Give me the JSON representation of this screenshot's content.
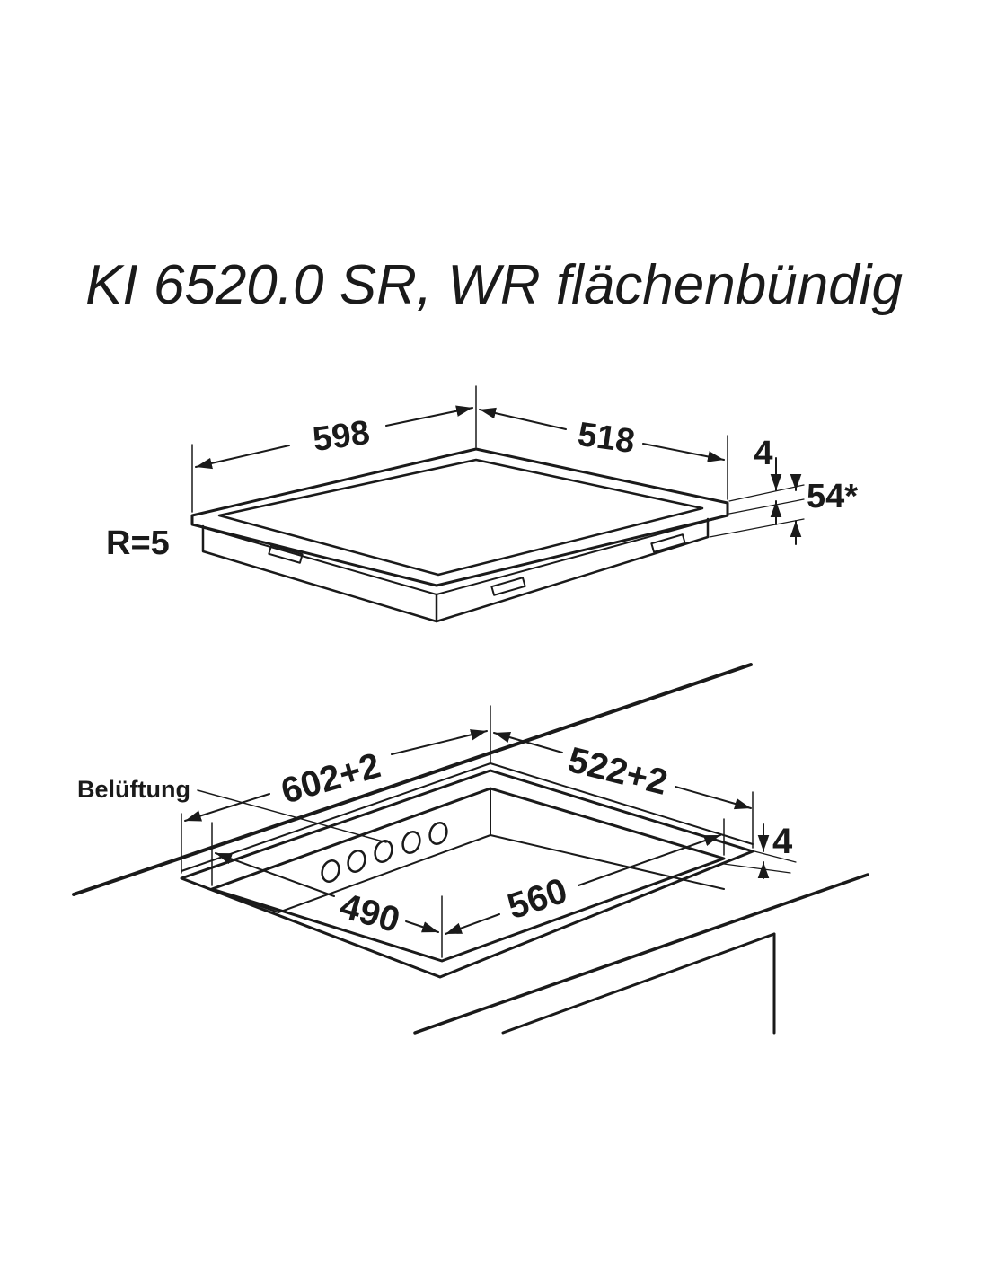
{
  "title": "KI 6520.0 SR, WR flächenbündig",
  "hob": {
    "width": "598",
    "depth": "518",
    "glass_thickness": "4",
    "height": "54*",
    "radius": "R=5"
  },
  "cutout": {
    "width": "602+2",
    "depth": "522+2",
    "rebate_depth": "4",
    "inner_width": "560",
    "inner_depth": "490",
    "vent_label": "Belüftung"
  }
}
